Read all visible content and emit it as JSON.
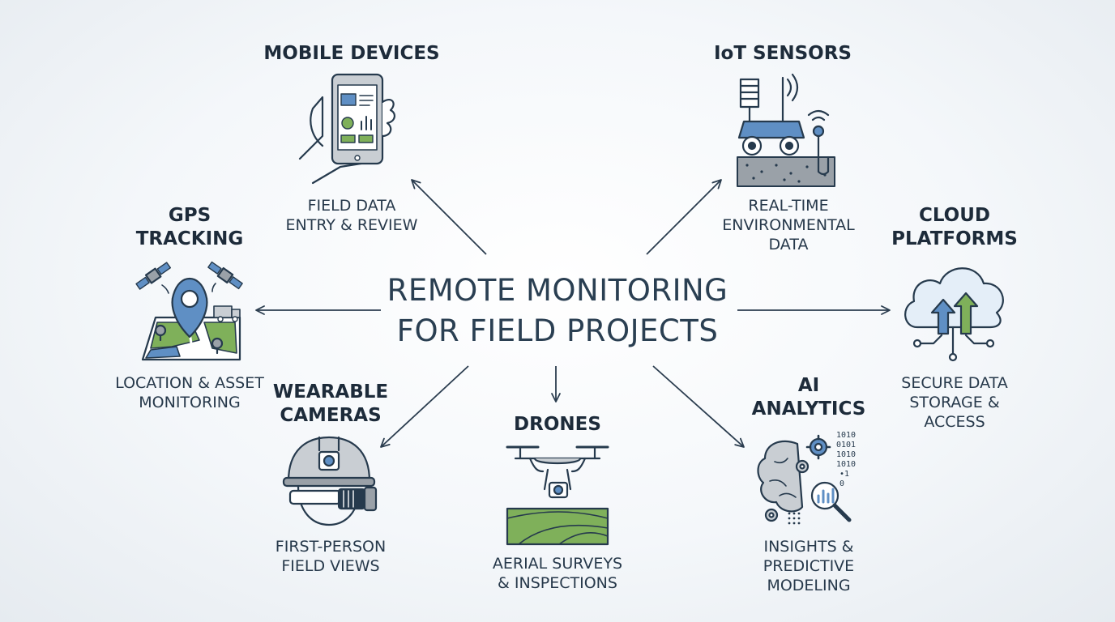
{
  "center": {
    "title": "REMOTE MONITORING\nFOR FIELD PROJECTS"
  },
  "nodes": {
    "mobile": {
      "title": "MOBILE DEVICES",
      "desc": "FIELD DATA\nENTRY & REVIEW",
      "icon": "smartphone-in-hand-icon"
    },
    "iot": {
      "title": "IoT SENSORS",
      "desc": "REAL-TIME\nENVIRONMENTAL\nDATA",
      "icon": "sensor-vehicle-icon"
    },
    "gps": {
      "title": "GPS\nTRACKING",
      "desc": "LOCATION & ASSET\nMONITORING",
      "icon": "map-pin-satellites-icon"
    },
    "cloud": {
      "title": "CLOUD\nPLATFORMS",
      "desc": "SECURE DATA\nSTORAGE & ACCESS",
      "icon": "cloud-upload-icon"
    },
    "wearable": {
      "title": "WEARABLE\nCAMERAS",
      "desc": "FIRST-PERSON\nFIELD VIEWS",
      "icon": "helmet-camera-icon"
    },
    "drones": {
      "title": "DRONES",
      "desc": "AERIAL SURVEYS\n& INSPECTIONS",
      "icon": "drone-icon"
    },
    "ai": {
      "title": "AI\nANALYTICS",
      "desc": "INSIGHTS &\nPREDICTIVE\nMODELING",
      "icon": "brain-gears-icon"
    }
  },
  "colors": {
    "navy": "#263a4d",
    "blue": "#5f8fc4",
    "green": "#7fb05a",
    "gray": "#c9ced3"
  }
}
